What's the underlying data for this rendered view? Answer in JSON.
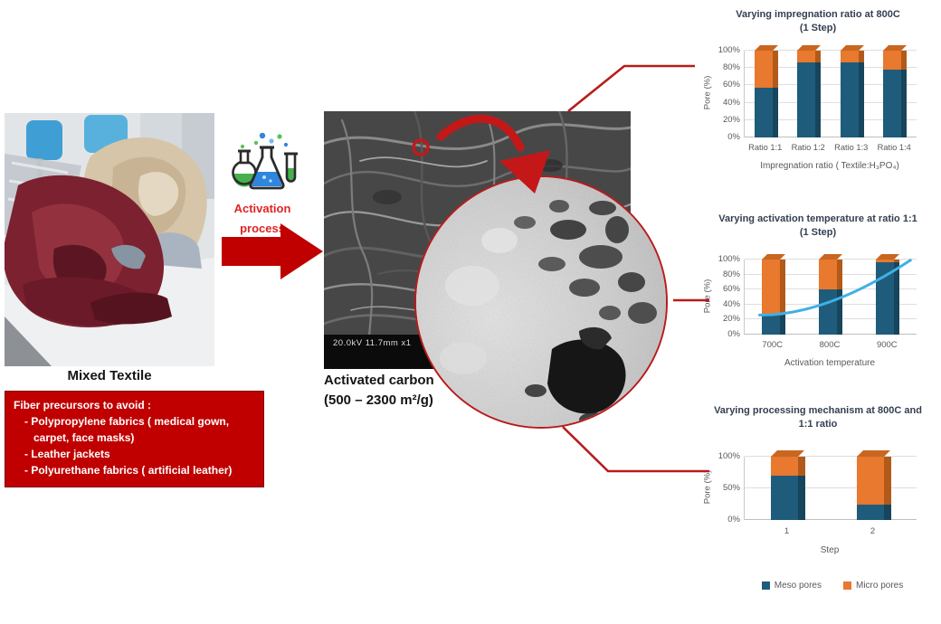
{
  "accent_red": "#c00000",
  "left": {
    "photo_caption": "Mixed Textile",
    "avoid_box": {
      "bg": "#c00000",
      "title": "Fiber precursors to avoid :",
      "items": [
        "Polypropylene fabrics ( medical gown, carpet, face masks)",
        "Leather jackets",
        "Polyurethane fabrics ( artificial leather)"
      ]
    }
  },
  "process": {
    "icon": "flasks-icon",
    "label_line1": "Activation",
    "label_line2": "process"
  },
  "sem": {
    "footer_text": "20.0kV 11.7mm x1",
    "caption_line1": "Activated carbon",
    "caption_line2": "(500 – 2300 m²/g)"
  },
  "chart_data": [
    {
      "type": "bar",
      "stacked": true,
      "title": "Varying impregnation ratio at 800C (1 Step)",
      "title_lines": [
        "Varying impregnation ratio at 800C",
        "(1 Step)"
      ],
      "categories": [
        "Ratio 1:1",
        "Ratio 1:2",
        "Ratio 1:3",
        "Ratio 1:4"
      ],
      "series": [
        {
          "name": "Meso pores",
          "color": "#1f5c7c",
          "side_color": "#16455c",
          "cap_color": "#2d7396",
          "values": [
            57,
            86,
            86,
            78
          ]
        },
        {
          "name": "Micro pores",
          "color": "#e8792e",
          "side_color": "#b25a1a",
          "cap_color": "#c9661f",
          "values": [
            43,
            14,
            14,
            22
          ]
        }
      ],
      "xlabel": "Impregnation ratio ( Textile:H₃PO₄)",
      "ylabel": "Pore (%)",
      "yticks": [
        "0%",
        "20%",
        "40%",
        "60%",
        "80%",
        "100%"
      ],
      "ylim": [
        0,
        100
      ],
      "grid": true,
      "legend_position": "shared-bottom"
    },
    {
      "type": "bar",
      "stacked": true,
      "title": "Varying activation temperature at ratio 1:1 (1 Step)",
      "title_lines": [
        "Varying activation temperature at ratio 1:1",
        "(1 Step)"
      ],
      "categories": [
        "700C",
        "800C",
        "900C"
      ],
      "series": [
        {
          "name": "Meso pores",
          "color": "#1f5c7c",
          "side_color": "#16455c",
          "cap_color": "#2d7396",
          "values": [
            28,
            60,
            97
          ]
        },
        {
          "name": "Micro pores",
          "color": "#e8792e",
          "side_color": "#b25a1a",
          "cap_color": "#c9661f",
          "values": [
            72,
            40,
            3
          ]
        }
      ],
      "trendline": {
        "color": "#41b0e4",
        "points_pct": [
          [
            8,
            26
          ],
          [
            50,
            44
          ],
          [
            97,
            100
          ]
        ]
      },
      "xlabel": "Activation temperature",
      "ylabel": "Pore (%)",
      "yticks": [
        "0%",
        "20%",
        "40%",
        "60%",
        "80%",
        "100%"
      ],
      "ylim": [
        0,
        100
      ],
      "grid": true,
      "legend_position": "shared-bottom"
    },
    {
      "type": "bar",
      "stacked": true,
      "title": "Varying processing mechanism at 800C and 1:1 ratio",
      "title_lines": [
        "Varying processing mechanism at 800C and",
        "1:1 ratio"
      ],
      "categories": [
        "1",
        "2"
      ],
      "series": [
        {
          "name": "Meso pores",
          "color": "#1f5c7c",
          "side_color": "#16455c",
          "cap_color": "#2d7396",
          "values": [
            70,
            25
          ]
        },
        {
          "name": "Micro pores",
          "color": "#e8792e",
          "side_color": "#b25a1a",
          "cap_color": "#c9661f",
          "values": [
            30,
            75
          ]
        }
      ],
      "xlabel": "Step",
      "ylabel": "Pore (%)",
      "yticks": [
        "0%",
        "50%",
        "100%"
      ],
      "ylim": [
        0,
        100
      ],
      "grid": true,
      "legend_position": "shared-bottom"
    }
  ],
  "legend": {
    "items": [
      {
        "label": "Meso pores",
        "color": "#1f5c7c"
      },
      {
        "label": "Micro pores",
        "color": "#e8792e"
      }
    ]
  }
}
